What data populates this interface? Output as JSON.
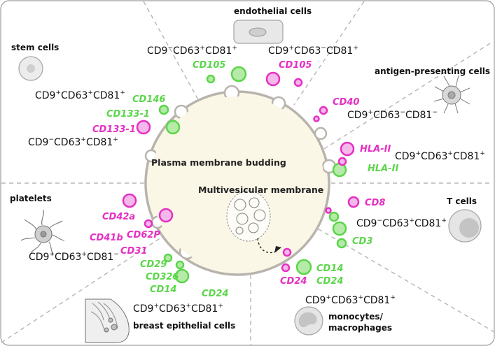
{
  "cell_types": {
    "endothelial": "endothelial cells",
    "stem": "stem cells",
    "apc": "antigen-presenting cells",
    "platelets": "platelets",
    "t_cells": "T cells",
    "breast": "breast epithelial cells",
    "mono_1": "monocytes/",
    "mono_2": "macrophages"
  },
  "center": {
    "budding": "Plasma membrane budding",
    "mvb": "Multivesicular membrane"
  },
  "tetraspanins": {
    "endo_left": {
      "a": "CD9",
      "as": "−",
      "b": "CD63",
      "bs": "+",
      "c": "CD81",
      "cs": "+"
    },
    "endo_right": {
      "a": "CD9",
      "as": "+",
      "b": "CD63",
      "bs": "−",
      "c": "CD81",
      "cs": "+"
    },
    "stem_1": {
      "a": "CD9",
      "as": "+",
      "b": "CD63",
      "bs": "+",
      "c": "CD81",
      "cs": "+"
    },
    "stem_2": {
      "a": "CD9",
      "as": "−",
      "b": "CD63",
      "bs": "+",
      "c": "CD81",
      "cs": "+"
    },
    "apc_1": {
      "a": "CD9",
      "as": "+",
      "b": "CD63",
      "bs": "−",
      "c": "CD81",
      "cs": "−"
    },
    "apc_2": {
      "a": "CD9",
      "as": "+",
      "b": "CD63",
      "bs": "+",
      "c": "CD81",
      "cs": "+"
    },
    "platelets": {
      "a": "CD9",
      "as": "+",
      "b": "CD63",
      "bs": "+",
      "c": "CD81",
      "cs": "−"
    },
    "t_cells": {
      "a": "CD9",
      "as": "−",
      "b": "CD63",
      "bs": "+",
      "c": "CD81",
      "cs": "+"
    },
    "breast": {
      "a": "CD9",
      "as": "+",
      "b": "CD63",
      "bs": "+",
      "c": "CD81",
      "cs": "+"
    },
    "mono": {
      "a": "CD9",
      "as": "+",
      "b": "CD63",
      "bs": "+",
      "c": "CD81",
      "cs": "+"
    }
  },
  "markers": {
    "cd105_green": "CD105",
    "cd105_pink": "CD105",
    "cd146": "CD146",
    "cd133_green": "CD133-1",
    "cd133_pink": "CD133-1",
    "cd40": "CD40",
    "hla_pink": "HLA-II",
    "hla_green": "HLA-II",
    "cd42a": "CD42a",
    "cd41b": "CD41b",
    "cd62p": "CD62P",
    "cd31": "CD31",
    "cd8": "CD8",
    "cd3": "CD3",
    "cd29": "CD29",
    "cd326": "CD326",
    "cd14_left": "CD14",
    "cd24_left": "CD24",
    "cd24_right": "CD24",
    "cd14_right": "CD14",
    "cd24_right2": "CD24"
  },
  "colors": {
    "green_marker": "#5bd64a",
    "pink_marker": "#e52fc3",
    "cell_fill": "#fbf7e6",
    "cell_border": "#b8b4ad",
    "divider": "#b5b5b5"
  }
}
